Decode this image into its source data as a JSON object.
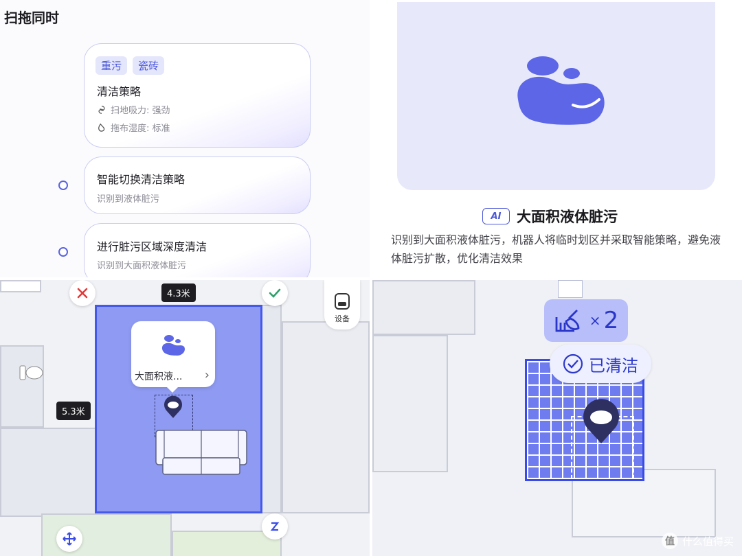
{
  "panel1": {
    "title": "扫拖同时",
    "card1": {
      "tags": [
        "重污",
        "瓷砖"
      ],
      "heading": "清洁策略",
      "line1": "扫地吸力: 强劲",
      "line2": "拖布湿度: 标准"
    },
    "card2": {
      "heading": "智能切换清洁策略",
      "sub": "识别到液体脏污"
    },
    "card3": {
      "heading": "进行脏污区域深度清洁",
      "sub": "识别到大面积液体脏污"
    }
  },
  "panel2": {
    "badge": "AI",
    "heading": "大面积液体脏污",
    "description": "识别到大面积液体脏污，机器人将临时划区并采取智能策略，避免液体脏污扩散，优化清洁效果"
  },
  "panel3": {
    "width_label": "4.3米",
    "height_label": "5.3米",
    "popup_text": "大面积液...",
    "device_label": "设备"
  },
  "panel4": {
    "count_prefix": "×",
    "count": "2",
    "cleaned_label": "已清洁",
    "watermark": "什么值得买"
  },
  "colors": {
    "accent": "#4458ec",
    "area": "#8f9bf2",
    "hero_bg": "#e7e9fb"
  }
}
